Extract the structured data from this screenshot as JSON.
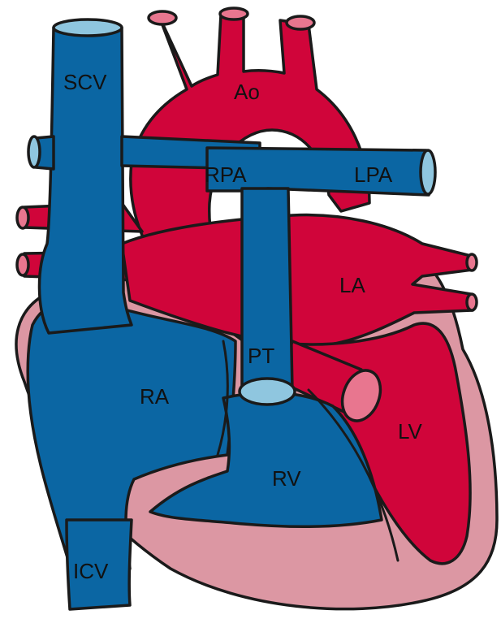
{
  "labels": {
    "scv": "SCV",
    "ao": "Ao",
    "rpa": "RPA",
    "lpa": "LPA",
    "la": "LA",
    "pt": "PT",
    "ra": "RA",
    "lv": "LV",
    "rv": "RV",
    "icv": "ICV"
  },
  "colors": {
    "oxygenated": "#d0053a",
    "deoxygenated": "#0b66a3",
    "vessel_opening_blue": "#8fc6df",
    "vessel_opening_red": "#e8768f",
    "myocardium_pink": "#dc97a3",
    "outline": "#1a1a1a"
  }
}
